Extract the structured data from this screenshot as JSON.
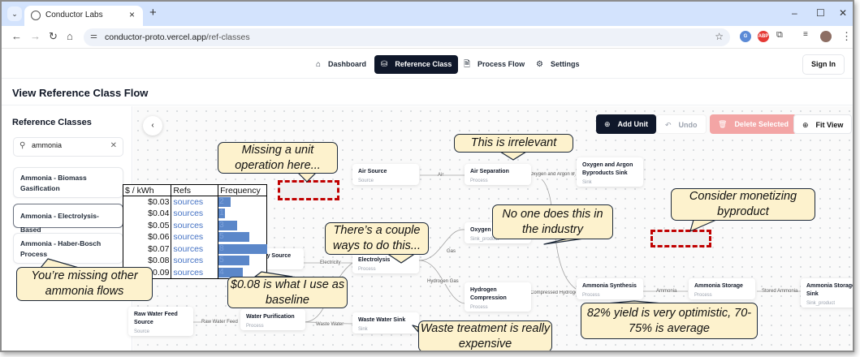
{
  "browser": {
    "tab_title": "Conductor Labs",
    "url_host": "conductor-proto.vercel.app",
    "url_path": "/ref-classes",
    "new_tab": "+",
    "close_tab": "×"
  },
  "nav": {
    "items": [
      {
        "label": "Dashboard",
        "icon": "home-icon",
        "active": false
      },
      {
        "label": "Reference Class",
        "icon": "database-icon",
        "active": true
      },
      {
        "label": "Process Flow",
        "icon": "file-chart-icon",
        "active": false
      },
      {
        "label": "Settings",
        "icon": "gear-icon",
        "active": false
      }
    ],
    "sign_in": "Sign In"
  },
  "page": {
    "title": "View Reference Class Flow"
  },
  "sidebar": {
    "title": "Reference Classes",
    "search_value": "ammonia",
    "items": [
      {
        "label": "Ammonia - Biomass Gasification",
        "selected": false
      },
      {
        "label": "Ammonia - Electrolysis-Based",
        "selected": true
      },
      {
        "label": "Ammonia - Haber-Bosch Process",
        "selected": false
      }
    ]
  },
  "toolbar": {
    "add_unit": "Add Unit",
    "undo": "Undo",
    "delete_selected": "Delete Selected",
    "fit_view": "Fit View"
  },
  "nodes": {
    "air_source": {
      "title": "Air Source",
      "type": "Source"
    },
    "air_separation": {
      "title": "Air Separation",
      "type": "Process"
    },
    "oxy_argon_sink": {
      "title": "Oxygen and Argon Byproducts Sink",
      "type": "Sink"
    },
    "oxygen_sink": {
      "title": "Oxygen Gas Sink",
      "type": "Sink_product"
    },
    "electricity_source": {
      "title": "Electricity Source",
      "type": "Feedstock"
    },
    "electrolysis": {
      "title": "Electrolysis",
      "type": "Process"
    },
    "hydrogen_compression": {
      "title": "Hydrogen Compression",
      "type": "Process"
    },
    "ammonia_synthesis": {
      "title": "Ammonia Synthesis",
      "type": "Process"
    },
    "ammonia_storage": {
      "title": "Ammonia Storage",
      "type": "Process"
    },
    "ammonia_storage_sink": {
      "title": "Ammonia Storage Sink",
      "type": "Sink_product"
    },
    "raw_water": {
      "title": "Raw Water Feed Source",
      "type": "Source"
    },
    "water_purification": {
      "title": "Water Purification",
      "type": "Process"
    },
    "waste_water_sink": {
      "title": "Waste Water Sink",
      "type": "Sink"
    }
  },
  "edges": {
    "air": "Air",
    "oxy_argon": "Oxygen and Argon Byproducts",
    "electricity": "Electricity",
    "gas": "Gas",
    "hydrogen_gas": "Hydrogen Gas",
    "compressed_h2": "Compressed Hydrogen",
    "ammonia": "Ammonia",
    "stored_ammonia": "Stored Ammonia",
    "raw_water_feed": "Raw Water Feed",
    "waste_water": "Waste Water"
  },
  "annotations": {
    "missing_unit": "Missing a unit operation here...",
    "irrelevant": "This is irrelevant",
    "monetize": "Consider monetizing byproduct",
    "no_one": "No one does this in the industry",
    "couple_ways": "There’s a couple ways to do this...",
    "baseline": "$0.08 is what I use as baseline",
    "missing_flows": "You’re missing other ammonia flows",
    "waste_treatment": "Waste treatment is really expensive",
    "yield": "82% yield is very optimistic, 70-75% is average"
  },
  "price_table": {
    "headers": [
      "$ / kWh",
      "Refs",
      "Frequency"
    ],
    "rows": [
      {
        "price": "$0.03",
        "ref": "sources",
        "freq": 2
      },
      {
        "price": "$0.04",
        "ref": "sources",
        "freq": 1
      },
      {
        "price": "$0.05",
        "ref": "sources",
        "freq": 3
      },
      {
        "price": "$0.06",
        "ref": "sources",
        "freq": 5
      },
      {
        "price": "$0.07",
        "ref": "sources",
        "freq": 8
      },
      {
        "price": "$0.08",
        "ref": "sources",
        "freq": 5
      },
      {
        "price": "$0.09",
        "ref": "sources",
        "freq": 4
      }
    ],
    "max_freq": 8
  }
}
